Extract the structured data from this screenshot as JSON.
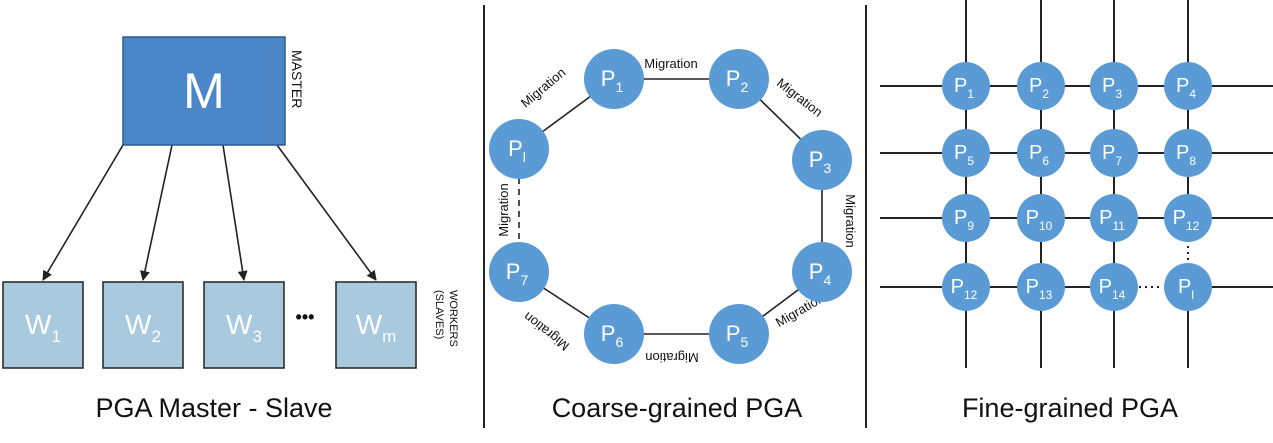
{
  "colors": {
    "master_fill": "#4a86c8",
    "master_border": "#2b5a8c",
    "worker_fill": "#a9c9df",
    "worker_border": "#222222",
    "node_fill": "#5b9bd5",
    "line": "#222222",
    "text_on_node": "#ffffff"
  },
  "master_slave": {
    "caption": "PGA Master - Slave",
    "master_label": "M",
    "master_side_label": "MASTER",
    "workers": [
      {
        "main": "W",
        "sub": "1"
      },
      {
        "main": "W",
        "sub": "2"
      },
      {
        "main": "W",
        "sub": "3"
      },
      {
        "main": "W",
        "sub": "m"
      }
    ],
    "ellipsis": "•••",
    "workers_side_label_line1": "WORKERS",
    "workers_side_label_line2": "(SLAVES)"
  },
  "coarse": {
    "caption": "Coarse-grained PGA",
    "nodes": [
      {
        "main": "P",
        "sub": "1"
      },
      {
        "main": "P",
        "sub": "2"
      },
      {
        "main": "P",
        "sub": "3"
      },
      {
        "main": "P",
        "sub": "4"
      },
      {
        "main": "P",
        "sub": "5"
      },
      {
        "main": "P",
        "sub": "6"
      },
      {
        "main": "P",
        "sub": "7"
      },
      {
        "main": "P",
        "sub": "l"
      }
    ],
    "edge_label": "Migration"
  },
  "fine": {
    "caption": "Fine-grained PGA",
    "nodes": [
      [
        {
          "main": "P",
          "sub": "1"
        },
        {
          "main": "P",
          "sub": "2"
        },
        {
          "main": "P",
          "sub": "3"
        },
        {
          "main": "P",
          "sub": "4"
        }
      ],
      [
        {
          "main": "P",
          "sub": "5"
        },
        {
          "main": "P",
          "sub": "6"
        },
        {
          "main": "P",
          "sub": "7"
        },
        {
          "main": "P",
          "sub": "8"
        }
      ],
      [
        {
          "main": "P",
          "sub": "9"
        },
        {
          "main": "P",
          "sub": "10"
        },
        {
          "main": "P",
          "sub": "11"
        },
        {
          "main": "P",
          "sub": "12"
        }
      ],
      [
        {
          "main": "P",
          "sub": "12"
        },
        {
          "main": "P",
          "sub": "13"
        },
        {
          "main": "P",
          "sub": "14"
        },
        {
          "main": "P",
          "sub": "l"
        }
      ]
    ]
  }
}
